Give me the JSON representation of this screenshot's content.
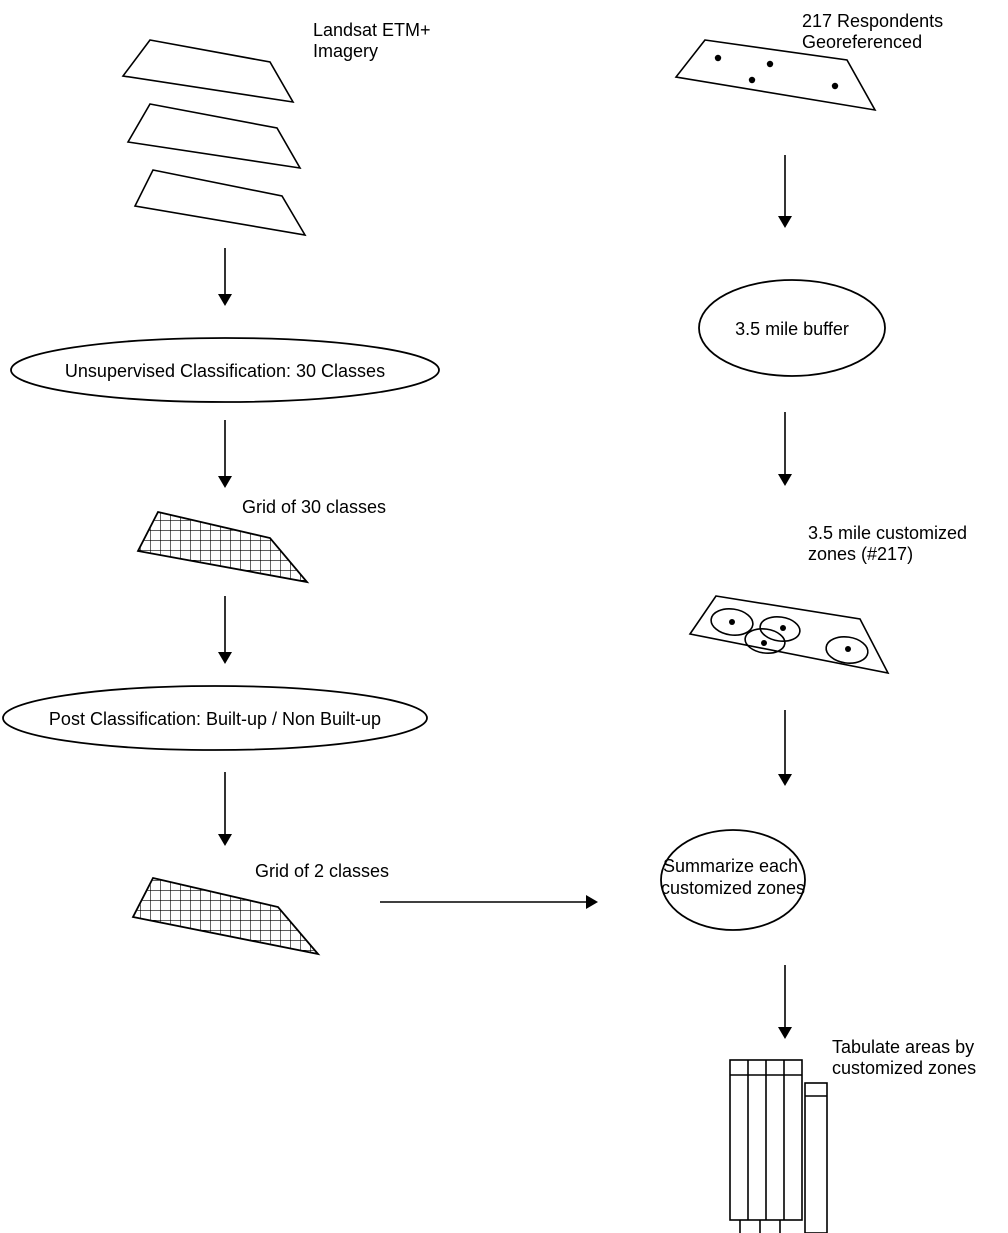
{
  "left_column": {
    "imagery_label": [
      "Landsat ETM+",
      "Imagery"
    ],
    "unsupervised_step": "Unsupervised Classification: 30 Classes",
    "grid30_label": "Grid of 30 classes",
    "post_step": "Post Classification: Built-up / Non Built-up",
    "grid2_label": "Grid of 2 classes"
  },
  "right_column": {
    "respondents_label": [
      "217 Respondents",
      "Georeferenced"
    ],
    "buffer_step": "3.5 mile buffer",
    "zones_label": [
      "3.5 mile customized",
      "zones (#217)"
    ],
    "summarize_step": [
      "Summarize each",
      "customized zones"
    ],
    "tabulate_label": [
      "Tabulate areas by",
      "customized zones"
    ]
  },
  "icons": {
    "imagery_layers": "stacked-imagery-layers-icon",
    "grid": "raster-grid-icon",
    "points_layer": "respondent-points-layer-icon",
    "zones_layer": "buffer-zones-layer-icon",
    "table": "table-icon"
  },
  "colors": {
    "stroke": "#000000",
    "background": "#ffffff"
  }
}
